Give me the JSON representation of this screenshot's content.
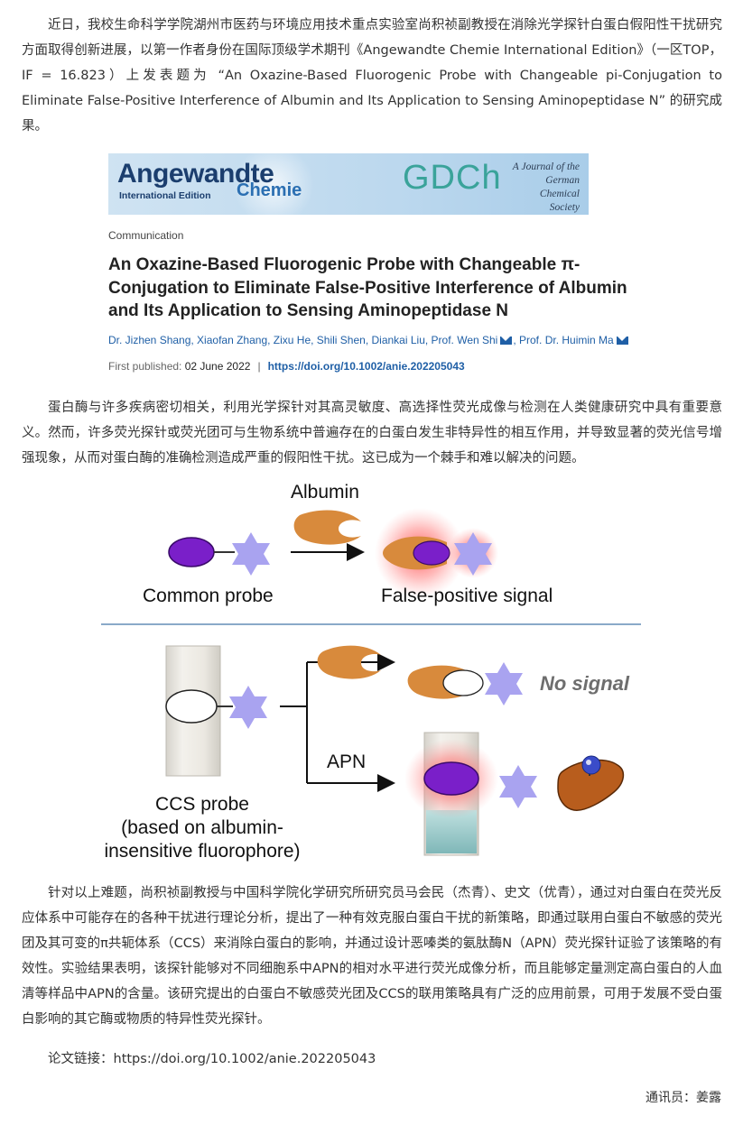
{
  "article": {
    "intro": "近日，我校生命科学学院湖州市医药与环境应用技术重点实验室尚积祯副教授在消除光学探针白蛋白假阳性干扰研究方面取得创新进展，以第一作者身份在国际顶级学术期刊《Angewandte Chemie International Edition》（一区TOP， IF = 16.823）上发表题为 “An Oxazine-Based Fluorogenic Probe with Changeable pi-Conjugation to Eliminate False-Positive Interference of Albumin and Its Application to Sensing Aminopeptidase N” 的研究成果。",
    "background": "蛋白酶与许多疾病密切相关，利用光学探针对其高灵敏度、高选择性荧光成像与检测在人类健康研究中具有重要意义。然而，许多荧光探针或荧光团可与生物系统中普遍存在的白蛋白发生非特异性的相互作用，并导致显著的荧光信号增强现象，从而对蛋白酶的准确检测造成严重的假阳性干扰。这已成为一个棘手和难以解决的问题。",
    "result": "针对以上难题，尚积祯副教授与中国科学院化学研究所研究员马会民（杰青）、史文（优青），通过对白蛋白在荧光反应体系中可能存在的各种干扰进行理论分析，提出了一种有效克服白蛋白干扰的新策略，即通过联用白蛋白不敏感的荧光团及其可变的π共轭体系（CCS）来消除白蛋白的影响，并通过设计恶嗪类的氨肽酶N（APN）荧光探针证验了该策略的有效性。实验结果表明，该探针能够对不同细胞系中APN的相对水平进行荧光成像分析，而且能够定量测定高白蛋白的人血清等样品中APN的含量。该研究提出的白蛋白不敏感荧光团及CCS的联用策略具有广泛的应用前景，可用于发展不受白蛋白影响的其它酶或物质的特异性荧光探针。",
    "link": "论文链接：https://doi.org/10.1002/anie.202205043",
    "reporter": "通讯员：姜露"
  },
  "journal_card": {
    "logo_main": "Angewandte",
    "logo_sub": "International Edition",
    "logo_chemie": "Chemie",
    "gdch": "GDCh",
    "society_line1": "A Journal of the",
    "society_line2": "German",
    "society_line3": "Chemical Society",
    "category": "Communication",
    "title": "An Oxazine-Based Fluorogenic Probe with Changeable π-Conjugation to Eliminate False-Positive Interference of Albumin and Its Application to Sensing Aminopeptidase N",
    "authors": "Dr. Jizhen Shang, Xiaofan Zhang, Zixu He, Shili Shen, Diankai Liu, Prof. Wen Shi",
    "authors_last": ", Prof. Dr. Huimin Ma",
    "first_published_label": "First published: ",
    "first_published_date": "02 June 2022",
    "doi": "https://doi.org/10.1002/anie.202205043"
  },
  "figure": {
    "albumin": "Albumin",
    "common_probe": "Common probe",
    "false_positive": "False-positive signal",
    "no_signal": "No signal",
    "apn": "APN",
    "ccs_line1": "CCS probe",
    "ccs_line2": "(based on albumin-",
    "ccs_line3": "insensitive fluorophore)",
    "colors": {
      "purple": "#7a1fc9",
      "star": "#a9a3f0",
      "albumin": "#d88a3c",
      "glow": "#ff4d4d",
      "liver": "#b85d1d",
      "divider": "#8aa9c8"
    }
  }
}
